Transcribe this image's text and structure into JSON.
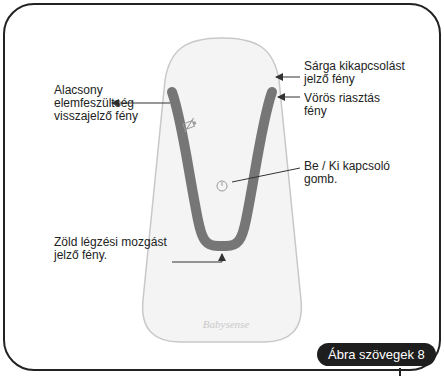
{
  "diagram": {
    "nodes": [
      {
        "text": [
          "Ábra szövegek 8"
        ]
      }
    ],
    "labels": [
      "Alacsony elemfeszültség visszajelző fény",
      "Zöld légzési mozgást jelző fény.",
      "Sárga kikapcsolást jelző fény",
      "Vörös riasztás fény",
      "Be / Ki kapcsoló gomb.",
      "Babysense"
    ]
  }
}
